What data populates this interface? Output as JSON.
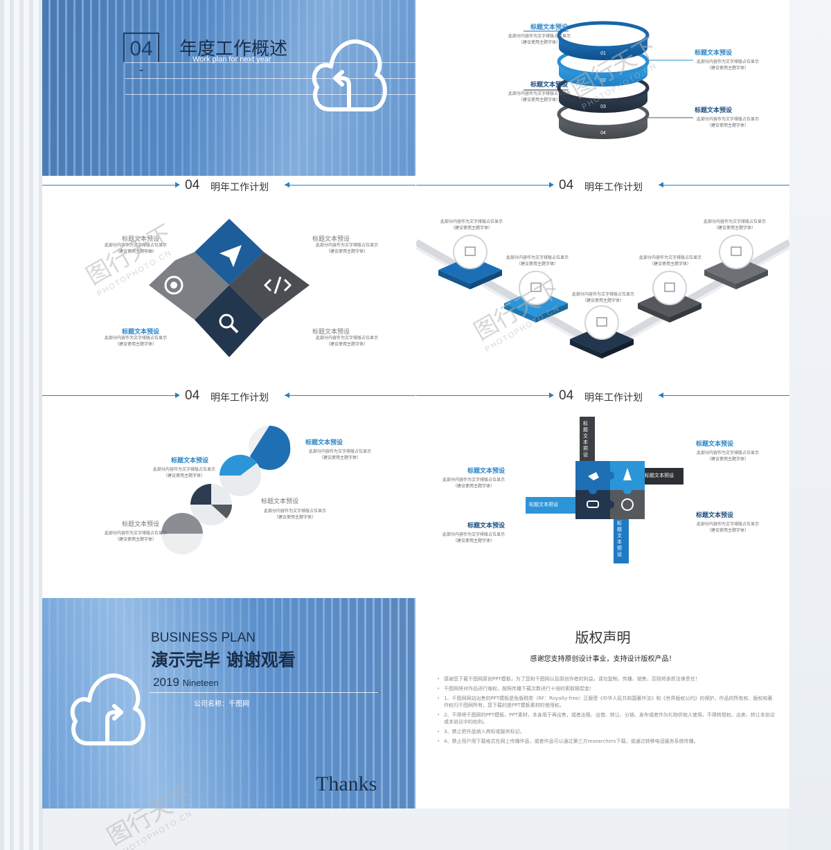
{
  "slide1": {
    "num": "04",
    "title": "年度工作概述",
    "subtitle": "Work plan for next year"
  },
  "slide2": {
    "ring_labels": [
      "01",
      "02",
      "03",
      "04"
    ],
    "labels": [
      {
        "title": "标题文本预设",
        "body1": "此部分内容作为文字排版占位显示",
        "body2": "（建议使用主题字体）"
      },
      {
        "title": "标题文本预设",
        "body1": "此部分内容作为文字排版占位显示",
        "body2": "（建议使用主题字体）"
      },
      {
        "title": "标题文本预设",
        "body1": "此部分内容作为文字排版占位显示",
        "body2": "（建议使用主题字体）"
      },
      {
        "title": "标题文本预设",
        "body1": "此部分内容作为文字排版占位显示",
        "body2": "（建议使用主题字体）"
      }
    ]
  },
  "section_header": {
    "num": "04",
    "text": "明年工作计划"
  },
  "slide3": {
    "labels": [
      {
        "title": "标题文本预设",
        "body1": "此部分内容作为文字排版占位显示",
        "body2": "（建议使用主题字体）"
      },
      {
        "title": "标题文本预设",
        "body1": "此部分内容作为文字排版占位显示",
        "body2": "（建议使用主题字体）"
      },
      {
        "title": "标题文本预设",
        "body1": "此部分内容作为文字排版占位显示",
        "body2": "（建议使用主题字体）"
      },
      {
        "title": "标题文本预设",
        "body1": "此部分内容作为文字排版占位显示",
        "body2": "（建议使用主题字体）"
      }
    ]
  },
  "slide4": {
    "labels": [
      {
        "body1": "此部分内容作为文字排版占位显示",
        "body2": "（建议使用主题字体）"
      },
      {
        "body1": "此部分内容作为文字排版占位显示",
        "body2": "（建议使用主题字体）"
      },
      {
        "body1": "此部分内容作为文字排版占位显示",
        "body2": "（建议使用主题字体）"
      },
      {
        "body1": "此部分内容作为文字排版占位显示",
        "body2": "（建议使用主题字体）"
      },
      {
        "body1": "此部分内容作为文字排版占位显示",
        "body2": "（建议使用主题字体）"
      }
    ]
  },
  "slide5": {
    "labels": [
      {
        "title": "标题文本预设",
        "body1": "此部分内容作为文字排版占位显示",
        "body2": "（建议使用主题字体）"
      },
      {
        "title": "标题文本预设",
        "body1": "此部分内容作为文字排版占位显示",
        "body2": "（建议使用主题字体）"
      },
      {
        "title": "标题文本预设",
        "body1": "此部分内容作为文字排版占位显示",
        "body2": "（建议使用主题字体）"
      },
      {
        "title": "标题文本预设",
        "body1": "此部分内容作为文字排版占位显示",
        "body2": "（建议使用主题字体）"
      }
    ]
  },
  "slide6": {
    "vertical_top": "标题文本预设",
    "vertical_bottom": "标题文本预设",
    "tag_right": "标题文本预设",
    "tag_left": "标题文本预设",
    "labels": [
      {
        "title": "标题文本预设",
        "body1": "此部分内容作为文字排版占位显示",
        "body2": "（建议使用主题字体）"
      },
      {
        "title": "标题文本预设",
        "body1": "此部分内容作为文字排版占位显示",
        "body2": "（建议使用主题字体）"
      },
      {
        "title": "标题文本预设",
        "body1": "此部分内容作为文字排版占位显示",
        "body2": "（建议使用主题字体）"
      },
      {
        "title": "标题文本预设",
        "body1": "此部分内容作为文字排版占位显示",
        "body2": "（建议使用主题字体）"
      }
    ]
  },
  "slide7": {
    "line1": "BUSINESS PLAN",
    "line2": "演示完毕 谢谢观看",
    "year": "2019",
    "year_word": "Nineteen",
    "company": "公司名称：千图网",
    "thanks": "Thanks"
  },
  "slide8": {
    "title": "版权声明",
    "subtitle": "感谢您支持原创设计事业，支持设计版权产品！",
    "items": [
      "感谢您下载千图网原创PPT模板，为了您和千图网以及原创作者的利益，请勿复制、传播、销售，否则将承担法律责任！",
      "千图网将对作品进行维权，按照传播下载次数进行十倍的索取赔偿金！",
      "1、千图网网站出售的PPT模板是免版税类（RF：Royalty-free）正版受《中华人民共和国著作法》和《世界版权公约》的保护，作品的所有权、版权和著作权归千图网所有，您下载的是PPT模板素材的使用权。",
      "2、不得将千图网的PPT模板、PPT素材，本身用于再出售，或者出租、出借、转让、分销、发布或者作为礼物供他人使用，不得转授权、出卖、转让本协议或本协议中的权利。",
      "3、禁止把作品纳入商标或服务标记。",
      "4、禁止用户用下载格式在网上传播作品，或者作品可以通过第三方researchers下载，或通过转移电话服务系统传播。"
    ]
  },
  "watermark": {
    "text": "图行天下",
    "sub": "PHOTOPHOTO.CN"
  },
  "colors": {
    "accent": "#2a7fc1",
    "dark": "#1b2f4a",
    "mid_blue": "#2b8bd0",
    "gray": "#6b6e72"
  }
}
